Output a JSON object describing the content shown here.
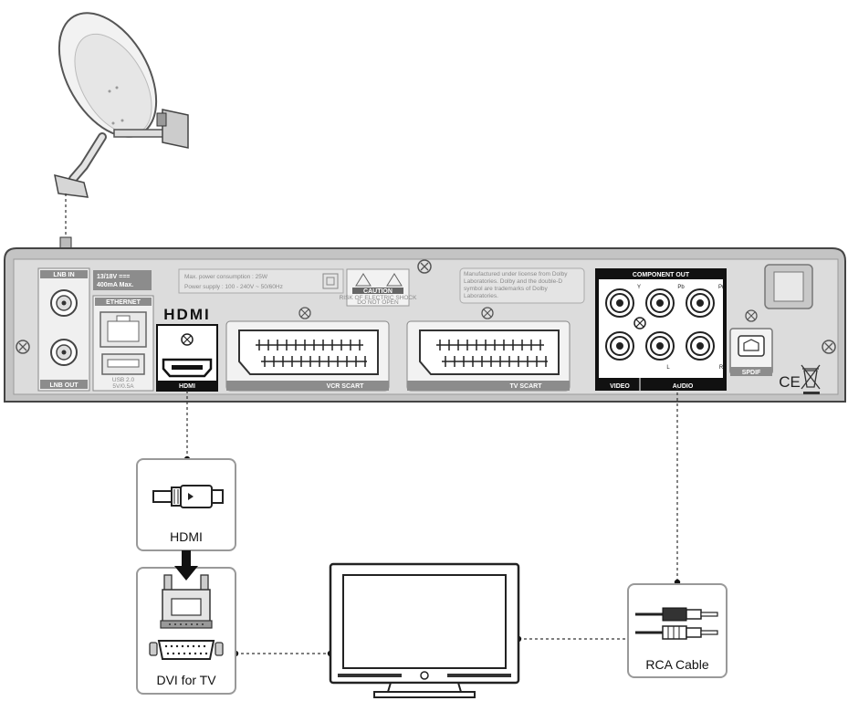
{
  "panel": {
    "lnb_in": "LNB IN",
    "lnb_out": "LNB OUT",
    "lnb_spec_line1": "13/18V ===",
    "lnb_spec_line2": "400mA Max.",
    "ethernet": "ETHERNET",
    "usb_line1": "USB 2.0",
    "usb_line2": "5V/0.5A",
    "hdmi_logo": "HDMI",
    "hdmi_port": "HDMI",
    "power_line1": "Max. power consumption : 25W",
    "power_line2": "Power supply : 100 - 240V ~ 50/60Hz",
    "caution_title": "CAUTION",
    "caution_line1": "RISK OF ELECTRIC SHOCK",
    "caution_line2": "DO NOT OPEN",
    "dolby_line1": "Manufactured under license from Dolby",
    "dolby_line2": "Laboratories. Dolby and the double-D",
    "dolby_line3": "symbol are trademarks of Dolby",
    "dolby_line4": "Laboratories.",
    "vcr_scart": "VCR SCART",
    "tv_scart": "TV SCART",
    "component_out": "COMPONENT OUT",
    "comp_y": "Y",
    "comp_pb": "Pb",
    "comp_pr": "Pr",
    "video": "VIDEO",
    "audio": "AUDIO",
    "audio_l": "L",
    "audio_r": "R",
    "spdif": "SPDIF",
    "ce_mark": "CE"
  },
  "boxes": {
    "hdmi_cable": "HDMI",
    "dvi": "DVI for TV",
    "rca": "RCA Cable"
  }
}
